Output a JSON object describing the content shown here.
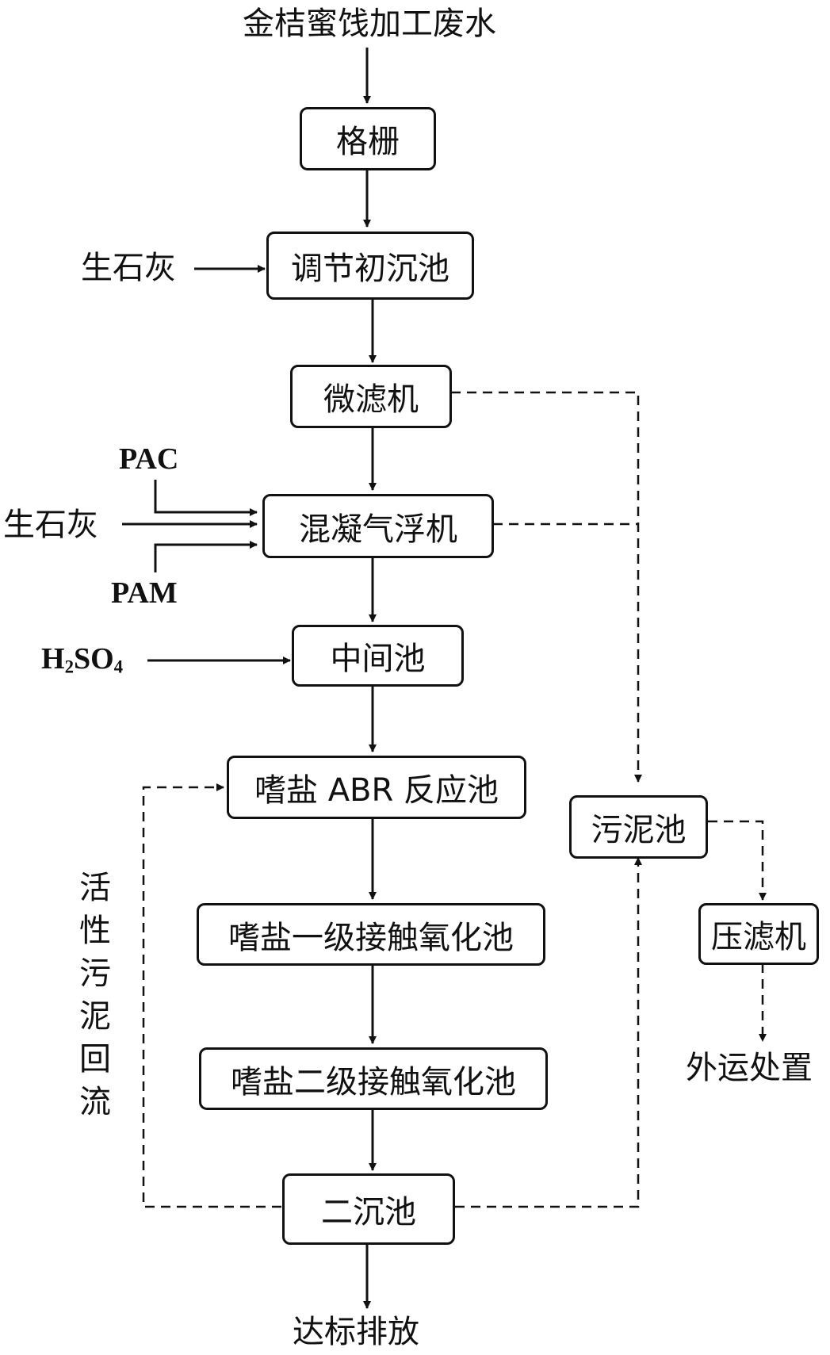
{
  "source": "金桔蜜饯加工废水",
  "steps": {
    "grille": "格栅",
    "equalization": "调节初沉池",
    "microfilter": "微滤机",
    "flotation": "混凝气浮机",
    "intermediate": "中间池",
    "abr": "嗜盐 ABR 反应池",
    "oxidation1": "嗜盐一级接触氧化池",
    "oxidation2": "嗜盐二级接触氧化池",
    "secondary_clarifier": "二沉池",
    "sludge_tank": "污泥池",
    "filter_press": "压滤机"
  },
  "outputs": {
    "discharge": "达标排放",
    "disposal": "外运处置"
  },
  "reagents": {
    "lime_1": "生石灰",
    "pac": "PAC",
    "lime_2": "生石灰",
    "pam": "PAM",
    "acid_main": "H",
    "acid_sub1": "2",
    "acid_mid": "SO",
    "acid_sub2": "4"
  },
  "recycle_label": [
    "活",
    "性",
    "污",
    "泥",
    "回",
    "流"
  ]
}
